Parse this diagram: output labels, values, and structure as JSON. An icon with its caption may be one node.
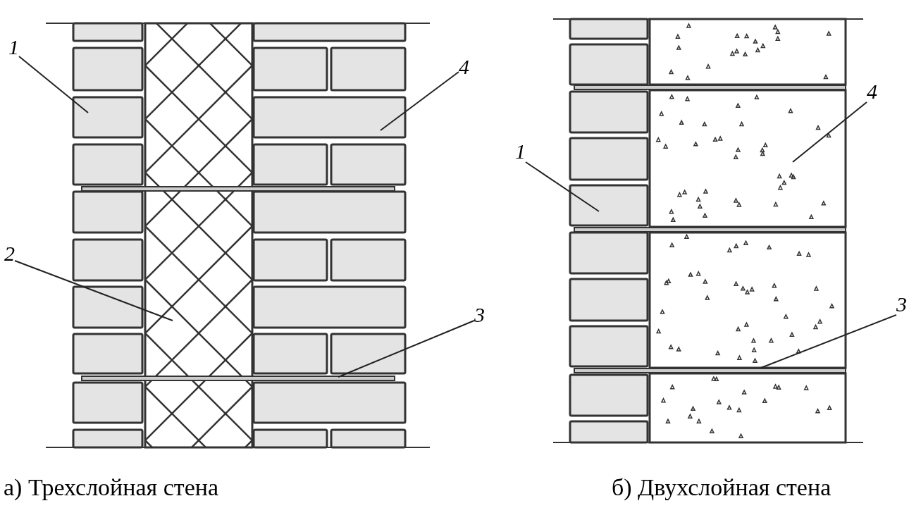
{
  "diagram": {
    "nodes": [
      {
        "text": [
          "1"
        ]
      },
      {
        "text": [
          "2"
        ]
      },
      {
        "text": [
          "4"
        ]
      },
      {
        "text": [
          "3"
        ]
      },
      {
        "text": [
          "1"
        ]
      },
      {
        "text": [
          "4"
        ]
      },
      {
        "text": [
          "3"
        ]
      }
    ],
    "edges": [
      {
        "from": 0,
        "to": null,
        "arrow": "none"
      },
      {
        "from": 1,
        "to": null,
        "arrow": "none"
      },
      {
        "from": 2,
        "to": null,
        "arrow": "none"
      },
      {
        "from": 3,
        "to": null,
        "arrow": "none"
      },
      {
        "from": 4,
        "to": null,
        "arrow": "none"
      },
      {
        "from": 5,
        "to": null,
        "arrow": "none"
      },
      {
        "from": 6,
        "to": null,
        "arrow": "none"
      }
    ],
    "labels": [
      "а) Трехслойная стена",
      "б) Двухслойная стена"
    ]
  }
}
